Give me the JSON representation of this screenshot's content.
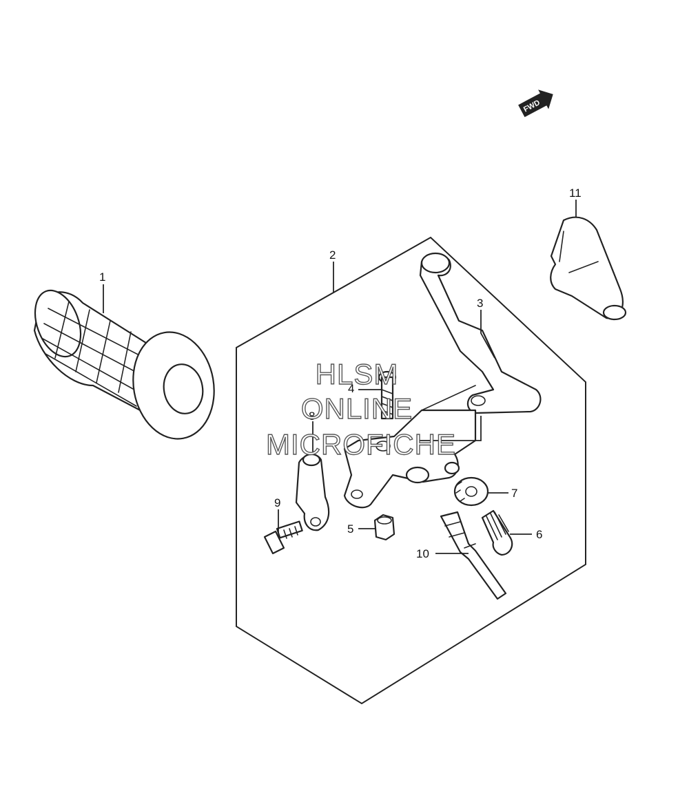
{
  "fwd_label": "FWD",
  "watermark": {
    "line1": "HLSM",
    "line2": "ONLINE",
    "line3": "MICROFICHE"
  },
  "callouts": [
    "1",
    "2",
    "3",
    "4",
    "5",
    "6",
    "7",
    "8",
    "9",
    "10",
    "11"
  ],
  "colors": {
    "line": "#222222",
    "background": "#ffffff"
  }
}
